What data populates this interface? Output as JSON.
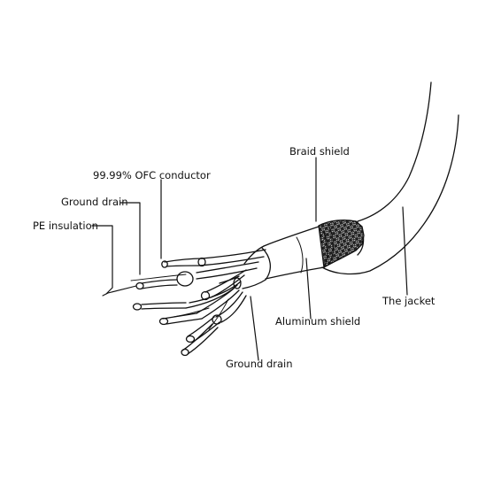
{
  "labels": {
    "braid_shield": "Braid shield",
    "ofc_conductor": "99.99% OFC conductor",
    "ground_drain_top": "Ground drain",
    "pe_insulation": "PE insulation",
    "jacket": "The jacket",
    "aluminum_shield": "Aluminum shield",
    "ground_drain_bottom": "Ground drain"
  },
  "colors": {
    "line": "#111111",
    "background": "#ffffff"
  }
}
